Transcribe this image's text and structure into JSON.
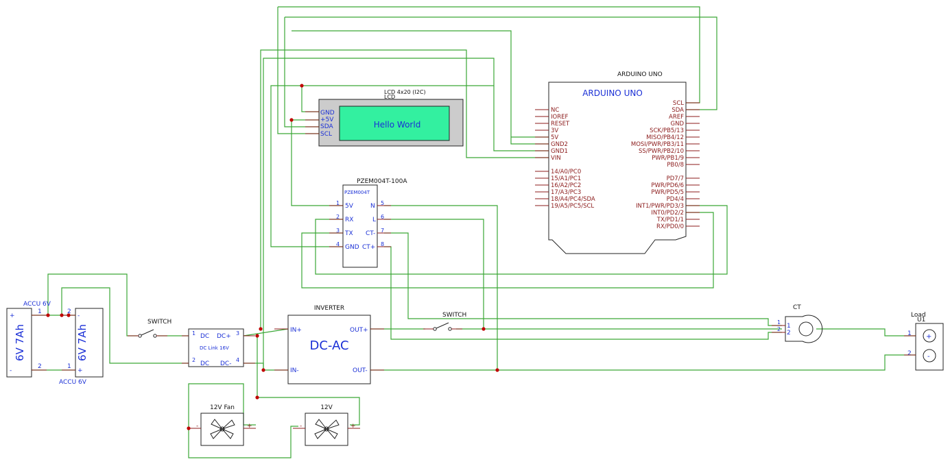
{
  "accu_left": {
    "ref": "ACCU 6V",
    "value": "6V 7Ah",
    "pin1": "1",
    "pin2": "2",
    "plus": "+",
    "minus": "-"
  },
  "accu_right": {
    "ref": "ACCU 6V",
    "value": "6V 7Ah",
    "pin1": "1",
    "pin2": "2",
    "plus": "+",
    "minus": "-"
  },
  "switch1": {
    "label": "SWITCH"
  },
  "dclink": {
    "name": "DC Link 16V",
    "in1": "DC",
    "in2": "DC",
    "out1": "DC+",
    "out2": "DC-",
    "p1": "1",
    "p2": "2",
    "p3": "3",
    "p4": "4"
  },
  "inverter": {
    "title": "INVERTER",
    "body": "DC-AC",
    "in_plus": "IN+",
    "in_minus": "IN-",
    "out_plus": "OUT+",
    "out_minus": "OUT-"
  },
  "switch2": {
    "label": "SWITCH"
  },
  "ct": {
    "label": "CT",
    "p1": "1",
    "p2": "2",
    "p1b": "1",
    "p2b": "2"
  },
  "load": {
    "label": "Load",
    "ref": "U1",
    "p1": "1",
    "p2": "2",
    "plus": "+",
    "minus": "-"
  },
  "fan1": {
    "label": "12V Fan",
    "minus": "-",
    "plus": "+"
  },
  "fan2": {
    "label": "12V",
    "minus": "-",
    "plus": "+"
  },
  "lcd": {
    "title": "LCD 4x20 (I2C)",
    "ref": "LCD",
    "screen": "Hello World",
    "pins": [
      "GND",
      "+5V",
      "SDA",
      "SCL"
    ]
  },
  "pzem": {
    "title": "PZEM004T-100A",
    "name": "PZEM004T",
    "left": [
      {
        "n": "1",
        "l": "5V"
      },
      {
        "n": "2",
        "l": "RX"
      },
      {
        "n": "3",
        "l": "TX"
      },
      {
        "n": "4",
        "l": "GND"
      }
    ],
    "right": [
      {
        "n": "5",
        "l": "N"
      },
      {
        "n": "6",
        "l": "L"
      },
      {
        "n": "7",
        "l": "CT-"
      },
      {
        "n": "8",
        "l": "CT+"
      }
    ]
  },
  "arduino": {
    "title": "ARDUINO UNO",
    "body": "ARDUINO UNO",
    "left1": [
      "NC",
      "IOREF",
      "RESET",
      "3V",
      "5V",
      "GND2",
      "GND1",
      "VIN"
    ],
    "left2": [
      "14/A0/PC0",
      "15/A1/PC1",
      "16/A2/PC2",
      "17/A3/PC3",
      "18/A4/PC4/SDA",
      "19/A5/PC5/SCL"
    ],
    "right1": [
      "SCL",
      "SDA",
      "AREF",
      "GND",
      "SCK/PB5/13",
      "MISO/PB4/12",
      "MOSI/PWR/PB3/11",
      "SS/PWR/PB2/10",
      "PWR/PB1/9",
      "PB0/8"
    ],
    "right2": [
      "PD7/7",
      "PWR/PD6/6",
      "PWR/PD5/5",
      "PD4/4",
      "INT1/PWR/PD3/3",
      "INT0/PD2/2",
      "TX/PD1/1",
      "RX/PD0/0"
    ]
  },
  "colors": {
    "wire": "#3aa635",
    "pin": "#8b1a1a",
    "text_blue": "#1a2fd6",
    "junction": "#c00000",
    "lcd_screen": "#33f0a0",
    "lcd_body": "#cccccc"
  }
}
